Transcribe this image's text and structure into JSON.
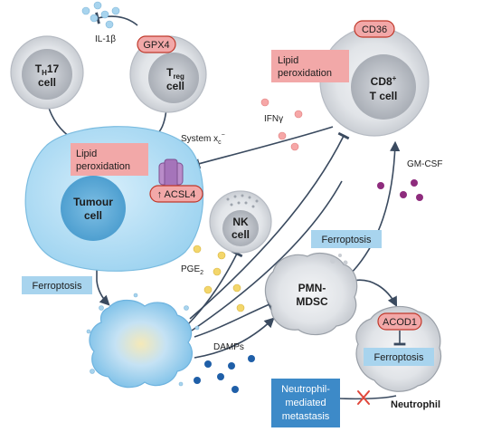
{
  "cells": {
    "th17": {
      "name_main": "T",
      "name_sub": "H",
      "name_rest": "17",
      "line2": "cell"
    },
    "treg": {
      "name_main": "T",
      "name_sub": "reg",
      "line2": "cell"
    },
    "cd8": {
      "line1": "CD8",
      "sup": "+",
      "line2": "T cell"
    },
    "tumour": {
      "line1": "Tumour",
      "line2": "cell"
    },
    "nk": {
      "line1": "NK",
      "line2": "cell"
    },
    "pmn": {
      "line1": "PMN-",
      "line2": "MDSC"
    },
    "neutrophil": {
      "label": "Neutrophil"
    }
  },
  "labels": {
    "il1b": "IL-1β",
    "gpx4": "GPX4",
    "cd36": "CD36",
    "lipid_top_1": "Lipid",
    "lipid_top_2": "peroxidation",
    "lipid_tumour_1": "Lipid",
    "lipid_tumour_2": "peroxidation",
    "system_xc_main": "System x",
    "system_xc_sub": "c",
    "system_xc_sup": "−",
    "acsl4": "↑ ACSL4",
    "ifng": "IFNγ",
    "gmcsf": "GM-CSF",
    "pge2_main": "PGE",
    "pge2_sub": "2",
    "damps": "DAMPs",
    "acod1": "ACOD1",
    "ferroptosis_left": "Ferroptosis",
    "ferroptosis_mid": "Ferroptosis",
    "ferroptosis_neutrophil": "Ferroptosis",
    "metastasis_1": "Neutrophil-",
    "metastasis_2": "mediated",
    "metastasis_3": "metastasis"
  },
  "colors": {
    "cell_grey": "#e4e6e9",
    "tumour_blue": "#bfe3f5",
    "label_pink": "#f2a8a8",
    "label_blue": "#a8d4ee",
    "metastasis_blue": "#3d8ac8",
    "arrow": "#3a4a5f"
  }
}
